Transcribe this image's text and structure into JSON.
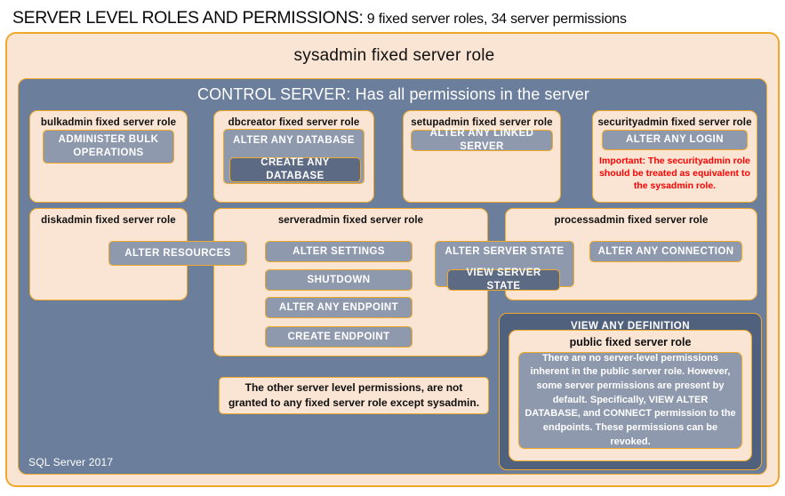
{
  "title": {
    "main": "SERVER LEVEL ROLES AND PERMISSIONS:",
    "sub": " 9 fixed server roles, 34 server permissions"
  },
  "sysadmin": {
    "label": "sysadmin  fixed  server  role"
  },
  "control_server": {
    "label": "CONTROL SERVER: Has all permissions in the server"
  },
  "roles": {
    "bulkadmin": {
      "title": "bulkadmin  fixed server role",
      "permissions": [
        "ADMINISTER  BULK OPERATIONS"
      ]
    },
    "dbcreator": {
      "title": "dbcreator fixed server role",
      "permissions": [
        "ALTER ANY DATABASE",
        "CREATE  ANY DATABASE"
      ]
    },
    "setupadmin": {
      "title": "setupadmin fixed server role",
      "permissions": [
        "ALTER ANY LINKED SERVER"
      ]
    },
    "securityadmin": {
      "title": "securityadmin  fixed server role",
      "permissions": [
        "ALTER ANY LOGIN"
      ],
      "warning": "Important:  The securityadmin role should  be treated as equivalent to the  sysadmin role."
    },
    "diskadmin": {
      "title": "diskadmin  fixed server role",
      "permissions": [
        "ALTER RESOURCES"
      ]
    },
    "serveradmin": {
      "title": "serveradmin fixed server role",
      "permissions": [
        "ALTER SETTINGS",
        "SHUTDOWN",
        "ALTER ANY ENDPOINT",
        "CREATE  ENDPOINT",
        "ALTER SERVER  STATE",
        "VIEW SERVER  STATE"
      ]
    },
    "processadmin": {
      "title": "processadmin  fixed server role",
      "permissions": [
        "ALTER ANY CONNECTION"
      ]
    },
    "public": {
      "view_any_definition": "VIEW ANY DEFINITION",
      "title": "public  fixed server role",
      "note": "There are no server-level permissions inherent in the public server role. However, some server permissions are present by default. Specifically, VIEW ALTER DATABASE, and CONNECT permission to the endpoints. These permissions can be revoked."
    }
  },
  "notes": {
    "other_permissions": "The other server level permissions,  are not granted to any fixed server role except sysadmin."
  },
  "footer": {
    "label": "SQL Server 2017"
  },
  "colors": {
    "peach": "#fae4d3",
    "amber_border": "#f0a828",
    "slate_blue": "#6b7e9b",
    "perm_gray": "#8e99ad",
    "perm_dark": "#5c6a84",
    "vad_dark": "#50617e",
    "warning_red": "#ff0000",
    "text_dark": "#101010",
    "text_light": "#ffffff"
  }
}
